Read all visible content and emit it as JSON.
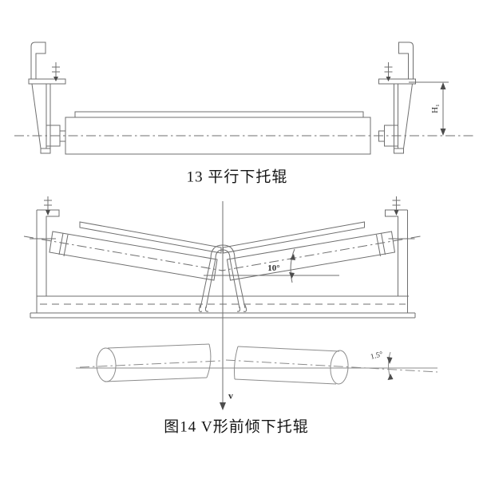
{
  "colors": {
    "background": "#ffffff",
    "drawing_line": "#6f6f6f",
    "plan_view_line": "#8c8c8c",
    "text": "#141414"
  },
  "figure13": {
    "caption": "13 平行下托辊",
    "height_dimension_label": "H₁"
  },
  "figure14": {
    "caption": "图14 V形前倾下托辊",
    "trough_angle_label": "10°",
    "forward_tilt_angle_label": "1.5°",
    "belt_direction_label": "v"
  }
}
